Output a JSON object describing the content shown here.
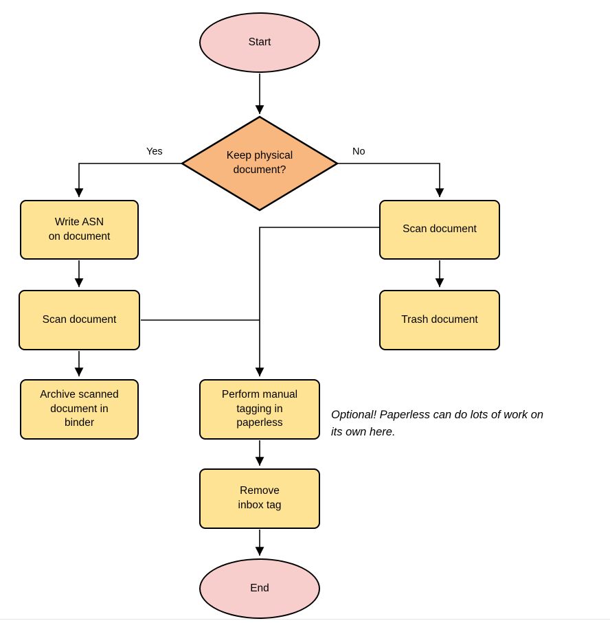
{
  "diagram": {
    "colors": {
      "terminal": "#F8CECC",
      "decision": "#F7B77E",
      "process": "#FFE394",
      "stroke": "#000000"
    },
    "nodes": {
      "start": {
        "label": "Start"
      },
      "decision": {
        "label": "Keep physical\ndocument?"
      },
      "write_asn": {
        "label": "Write ASN\non document"
      },
      "scan_left": {
        "label": "Scan document"
      },
      "archive": {
        "label": "Archive scanned\ndocument in\nbinder"
      },
      "scan_right": {
        "label": "Scan document"
      },
      "trash": {
        "label": "Trash document"
      },
      "tagging": {
        "label": "Perform manual\ntagging in\npaperless"
      },
      "remove_inbox": {
        "label": "Remove\ninbox tag"
      },
      "end": {
        "label": "End"
      }
    },
    "edge_labels": {
      "yes": "Yes",
      "no": "No"
    },
    "annotation": "Optional! Paperless can do lots of work on\nits own here."
  }
}
